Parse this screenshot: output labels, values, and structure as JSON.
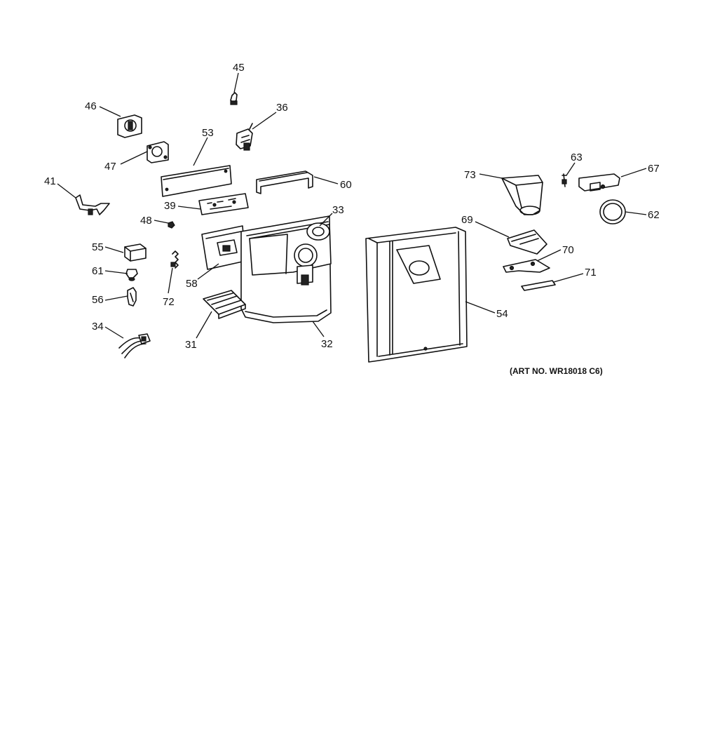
{
  "callouts": [
    {
      "id": "c45",
      "label": "45"
    },
    {
      "id": "c46",
      "label": "46"
    },
    {
      "id": "c36",
      "label": "36"
    },
    {
      "id": "c53",
      "label": "53"
    },
    {
      "id": "c47",
      "label": "47"
    },
    {
      "id": "c41",
      "label": "41"
    },
    {
      "id": "c60",
      "label": "60"
    },
    {
      "id": "c39",
      "label": "39"
    },
    {
      "id": "c33",
      "label": "33"
    },
    {
      "id": "c48",
      "label": "48"
    },
    {
      "id": "c55",
      "label": "55"
    },
    {
      "id": "c61",
      "label": "61"
    },
    {
      "id": "c58",
      "label": "58"
    },
    {
      "id": "c56",
      "label": "56"
    },
    {
      "id": "c72",
      "label": "72"
    },
    {
      "id": "c34",
      "label": "34"
    },
    {
      "id": "c31",
      "label": "31"
    },
    {
      "id": "c32",
      "label": "32"
    },
    {
      "id": "c63",
      "label": "63"
    },
    {
      "id": "c67",
      "label": "67"
    },
    {
      "id": "c73",
      "label": "73"
    },
    {
      "id": "c62",
      "label": "62"
    },
    {
      "id": "c69",
      "label": "69"
    },
    {
      "id": "c70",
      "label": "70"
    },
    {
      "id": "c71",
      "label": "71"
    },
    {
      "id": "c54",
      "label": "54"
    }
  ],
  "art_number": "(ART NO. WR18018 C6)"
}
